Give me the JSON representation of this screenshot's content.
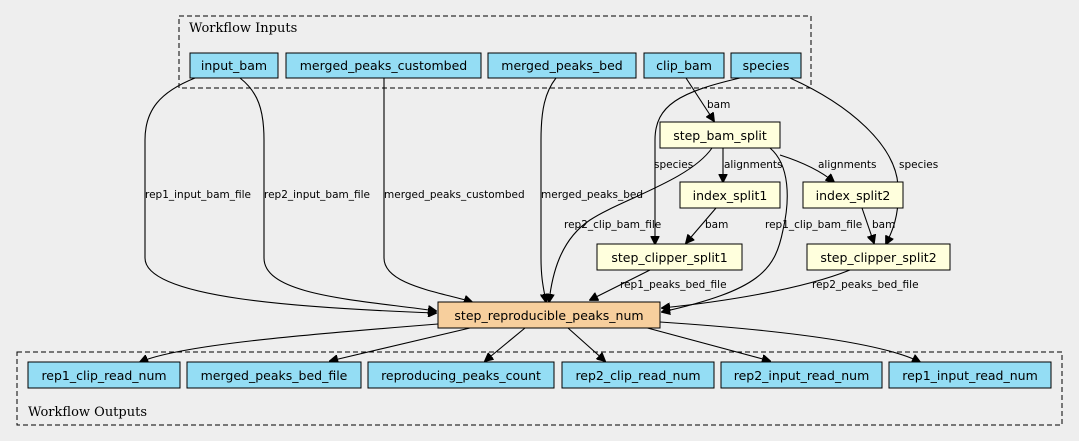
{
  "colors": {
    "background": "#eeeeee",
    "io_node": "#94ddf4",
    "step_node": "#ffffdd",
    "main_step_node": "#f7cf9d"
  },
  "clusters": {
    "inputs": "Workflow Inputs",
    "outputs": "Workflow Outputs"
  },
  "nodes": {
    "input_bam": "input_bam",
    "merged_peaks_custombed": "merged_peaks_custombed",
    "merged_peaks_bed": "merged_peaks_bed",
    "clip_bam": "clip_bam",
    "species": "species",
    "step_bam_split": "step_bam_split",
    "index_split1": "index_split1",
    "index_split2": "index_split2",
    "step_clipper_split1": "step_clipper_split1",
    "step_clipper_split2": "step_clipper_split2",
    "step_reproducible_peaks_num": "step_reproducible_peaks_num",
    "rep1_clip_read_num": "rep1_clip_read_num",
    "merged_peaks_bed_file": "merged_peaks_bed_file",
    "reproducing_peaks_count": "reproducing_peaks_count",
    "rep2_clip_read_num": "rep2_clip_read_num",
    "rep2_input_read_num": "rep2_input_read_num",
    "rep1_input_read_num": "rep1_input_read_num"
  },
  "edges": {
    "bam_split_in": "bam",
    "species_1": "species",
    "alignments_1": "alignments",
    "alignments_2": "alignments",
    "species_2": "species",
    "rep1_input_bam_file": "rep1_input_bam_file",
    "rep2_input_bam_file": "rep2_input_bam_file",
    "merged_peaks_custombed": "merged_peaks_custombed",
    "merged_peaks_bed": "merged_peaks_bed",
    "bam_1": "bam",
    "bam_2": "bam",
    "rep2_clip_bam_file": "rep2_clip_bam_file",
    "rep1_clip_bam_file": "rep1_clip_bam_file",
    "rep1_peaks_bed_file": "rep1_peaks_bed_file",
    "rep2_peaks_bed_file": "rep2_peaks_bed_file"
  }
}
